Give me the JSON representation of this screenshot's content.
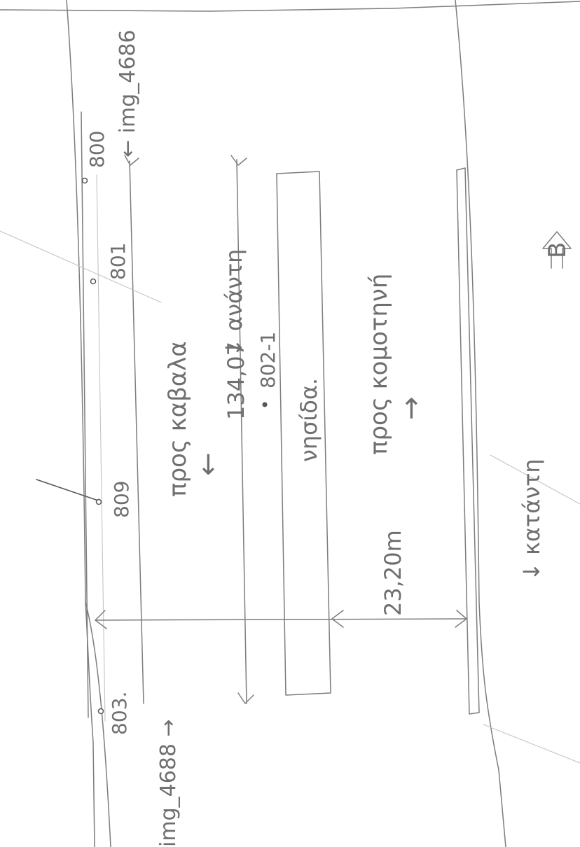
{
  "labels": {
    "img_right": "← img_4686",
    "img_left": "img_4688 →",
    "pt_800": "800",
    "pt_801": "801",
    "pt_809": "809",
    "pt_803": "803.",
    "pt_802_1": "802-1",
    "direction_kavala": "προς καβαλα",
    "arrow_kavala": "←",
    "direction_komotini": "προς κομοτηνή",
    "arrow_komotini": "→",
    "distance_134": "134,07",
    "island": "νησίδα.",
    "width_23": "23,20m",
    "upper_side": "↓ ανάντη",
    "lower_side": "↓ κατάντη",
    "north_symbol": "Β"
  }
}
